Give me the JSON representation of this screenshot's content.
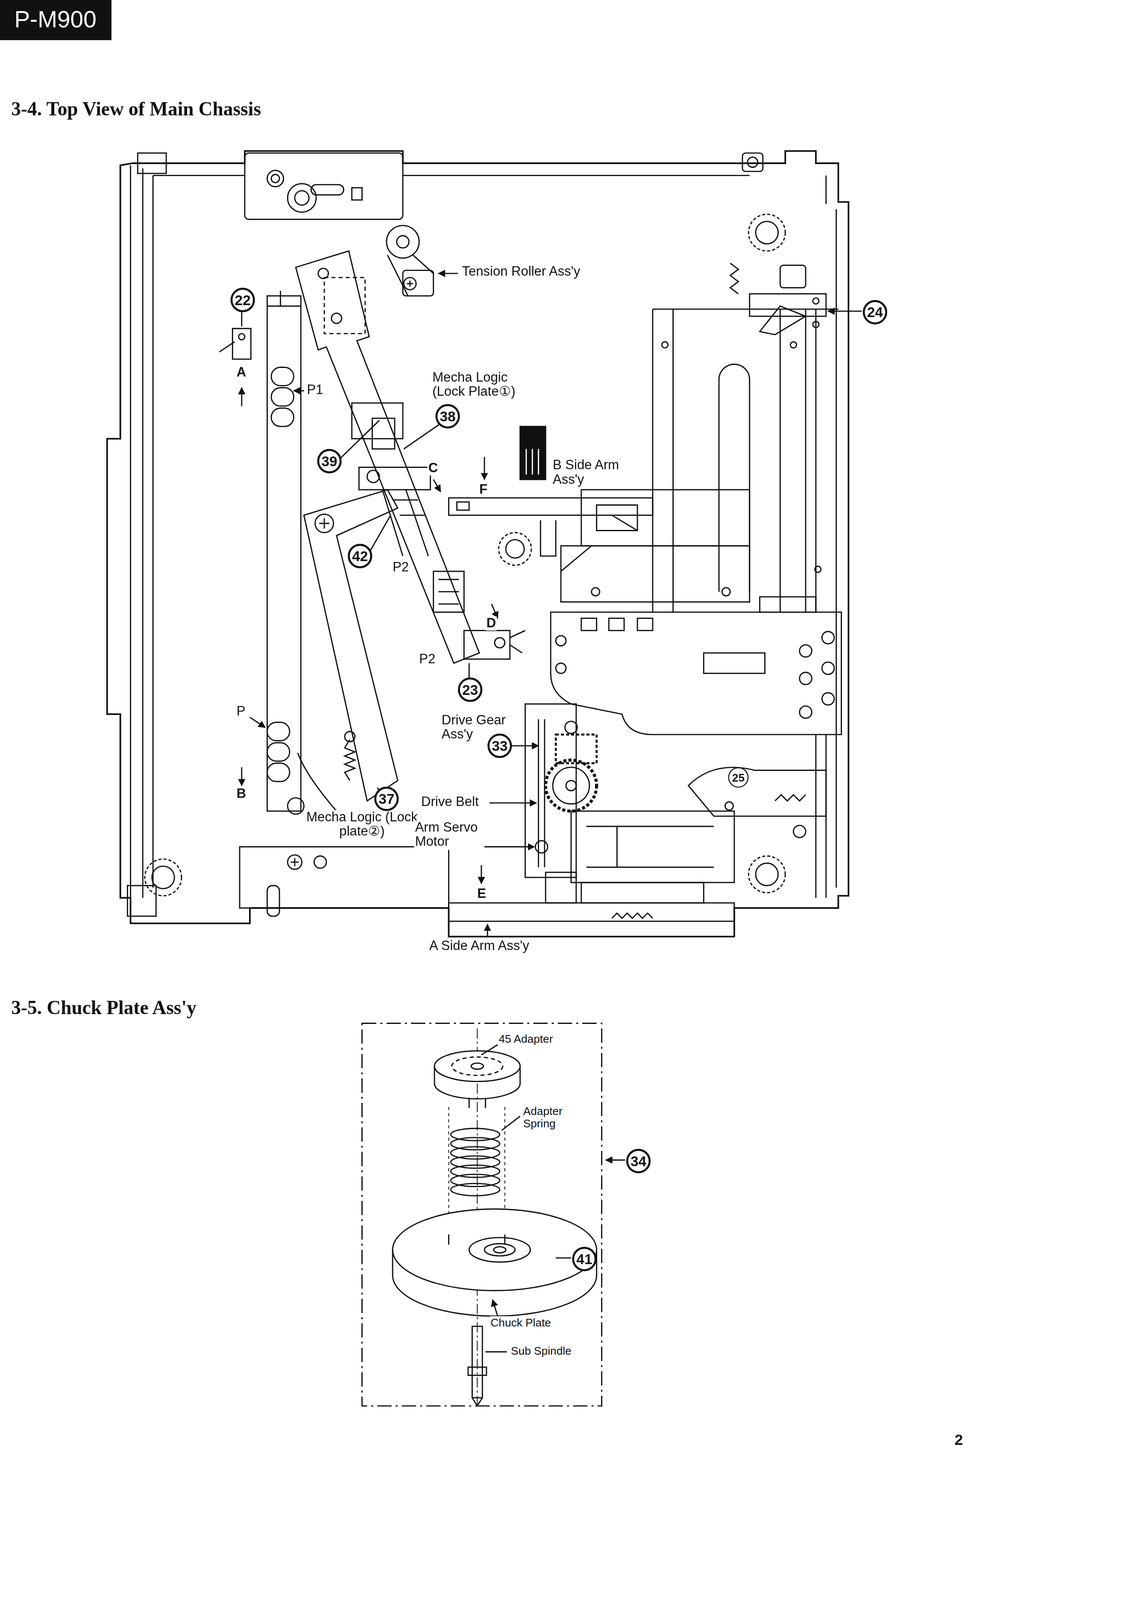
{
  "diagram": {
    "nodes": [
      {
        "text": [
          "P-M900"
        ]
      },
      {
        "text": [
          "22"
        ]
      },
      {
        "text": [
          "24"
        ]
      },
      {
        "text": [
          "38"
        ]
      },
      {
        "text": [
          "39"
        ]
      },
      {
        "text": [
          "42"
        ]
      },
      {
        "text": [
          "23"
        ]
      },
      {
        "text": [
          "33"
        ]
      },
      {
        "text": [
          "25"
        ]
      },
      {
        "text": [
          "37"
        ]
      },
      {
        "text": [
          "34"
        ]
      },
      {
        "text": [
          "41"
        ]
      }
    ],
    "labels": [
      "3-4. Top View of Main Chassis",
      "Tension Roller Ass'y",
      "A",
      "P1",
      "Mecha Logic (Lock Plate①)",
      "C",
      "F",
      "B Side Arm Ass'y",
      "P2",
      "P2",
      "D",
      "Drive Gear Ass'y",
      "P",
      "B",
      "Drive Belt",
      "Mecha Logic (Lock plate②)",
      "Arm Servo Motor",
      "E",
      "A Side Arm Ass'y",
      "3-5. Chuck Plate Ass'y",
      "45 Adapter",
      "Adapter Spring",
      "Chuck Plate",
      "Sub Spindle",
      "2"
    ]
  }
}
